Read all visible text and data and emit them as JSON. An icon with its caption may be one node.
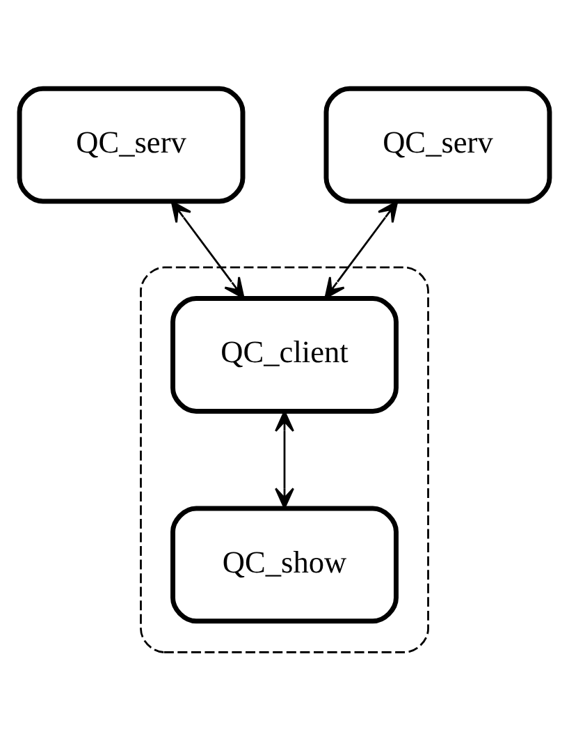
{
  "diagram": {
    "nodes": [
      {
        "text": [
          "QC_serv"
        ]
      },
      {
        "text": [
          "QC_serv"
        ]
      },
      {
        "text": [],
        "shape": "box"
      },
      {
        "text": [
          "QC_client"
        ],
        "in": 2
      },
      {
        "text": [
          "QC_show"
        ],
        "in": 2
      }
    ],
    "edges": [
      {
        "from": 0,
        "to": 3,
        "arrow": "both"
      },
      {
        "from": 1,
        "to": 3,
        "arrow": "both"
      },
      {
        "from": 3,
        "to": 4,
        "arrow": "both"
      }
    ]
  }
}
